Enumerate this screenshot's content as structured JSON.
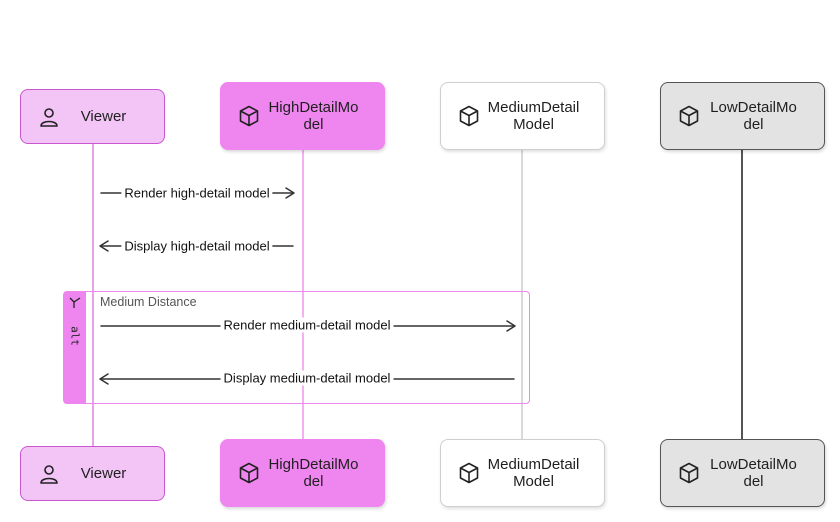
{
  "participants": [
    {
      "id": "viewer",
      "label": "Viewer",
      "icon": "user-icon",
      "fill": "#f3c4f6",
      "line": "#c956cf"
    },
    {
      "id": "high",
      "label": "HighDetailMo\ndel",
      "icon": "cube-icon",
      "fill": "#ef85ef",
      "line": "#ef85ef"
    },
    {
      "id": "medium",
      "label": "MediumDetail\nModel",
      "icon": "cube-icon",
      "fill": "#ffffff",
      "line": "#cfcfcf"
    },
    {
      "id": "low",
      "label": "LowDetailMo\ndel",
      "icon": "cube-icon",
      "fill": "#e3e3e3",
      "line": "#555555"
    }
  ],
  "messages": [
    {
      "label": "Render high-detail model"
    },
    {
      "label": "Display high-detail model"
    },
    {
      "label": "Render medium-detail model"
    },
    {
      "label": "Display medium-detail model"
    }
  ],
  "alt": {
    "keyword": "alt",
    "condition": "Medium Distance"
  }
}
